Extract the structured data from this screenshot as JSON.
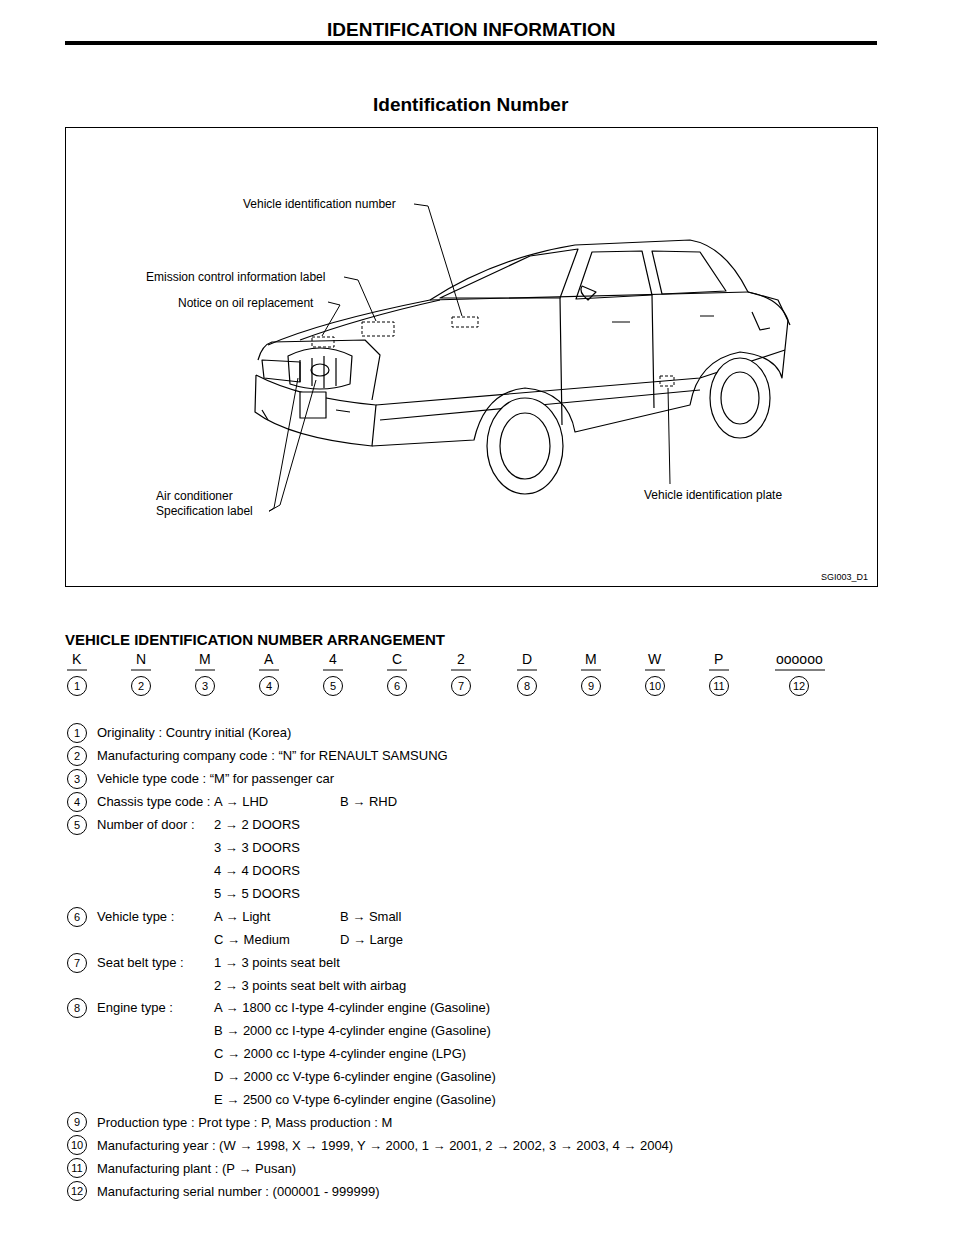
{
  "diagram": {
    "title": "IDENTIFICATION INFORMATION",
    "nodes": [
      {
        "text": [
          "Vehicle identification number",
          "Emission control information label",
          "Notice on oil replacement",
          "Air conditioner Specification label",
          "Vehicle identification plate",
          "SGI003_D1"
        ]
      },
      {
        "text": [
          "1"
        ]
      },
      {
        "text": [
          "2"
        ]
      },
      {
        "text": [
          "3"
        ]
      },
      {
        "text": [
          "4"
        ]
      },
      {
        "text": [
          "5"
        ]
      },
      {
        "text": [
          "6"
        ]
      },
      {
        "text": [
          "7"
        ]
      },
      {
        "text": [
          "8"
        ]
      },
      {
        "text": [
          "9"
        ]
      },
      {
        "text": [
          "10"
        ]
      },
      {
        "text": [
          "11"
        ]
      },
      {
        "text": [
          "12"
        ]
      },
      {
        "text": [
          "1"
        ]
      },
      {
        "text": [
          "2"
        ]
      },
      {
        "text": [
          "3"
        ]
      },
      {
        "text": [
          "4"
        ]
      },
      {
        "text": [
          "5"
        ]
      },
      {
        "text": [
          "6"
        ]
      },
      {
        "text": [
          "7"
        ]
      },
      {
        "text": [
          "8"
        ]
      },
      {
        "text": [
          "9"
        ]
      },
      {
        "text": [
          "10"
        ]
      },
      {
        "text": [
          "11"
        ]
      },
      {
        "text": [
          "12"
        ]
      }
    ],
    "labels": [
      "Identification Number",
      "VEHICLE IDENTIFICATION NUMBER ARRANGEMENT",
      "K",
      "N",
      "M",
      "A",
      "4",
      "C",
      "2",
      "D",
      "M",
      "W",
      "P",
      "oooooo",
      "Originality : Country initial (Korea)",
      "Manufacturing company code : “N” for RENAULT SAMSUNG",
      "Vehicle type code :  “M” for passenger car",
      "Chassis type code :",
      "A → LHD",
      "B → RHD",
      "Number of door :",
      "2 → 2 DOORS",
      "3 → 3 DOORS",
      "4 → 4 DOORS",
      "5 → 5 DOORS",
      "Vehicle type :",
      "A → Light",
      "B → Small",
      "C → Medium",
      "D → Large",
      "Seat belt type :",
      "1 → 3 points seat belt",
      "2 → 3 points seat belt with airbag",
      "Engine type  :",
      "A → 1800 cc I-type 4-cylinder engine (Gasoline)",
      "B → 2000 cc I-type 4-cylinder engine (Gasoline)",
      "C → 2000 cc I-type 4-cylinder engine (LPG)",
      "D → 2000 cc V-type 6-cylinder engine (Gasoline)",
      "E → 2500 co V-type 6-cylinder engine (Gasoline)",
      "Production type : Prot type : P, Mass production : M",
      "Manufacturing year :  (W → 1998, X → 1999, Y → 2000, 1 → 2001, 2 → 2002, 3 → 2003, 4 → 2004)",
      "Manufacturing plant : (P → Pusan)",
      "Manufacturing serial number : (000001 - 999999)"
    ]
  }
}
